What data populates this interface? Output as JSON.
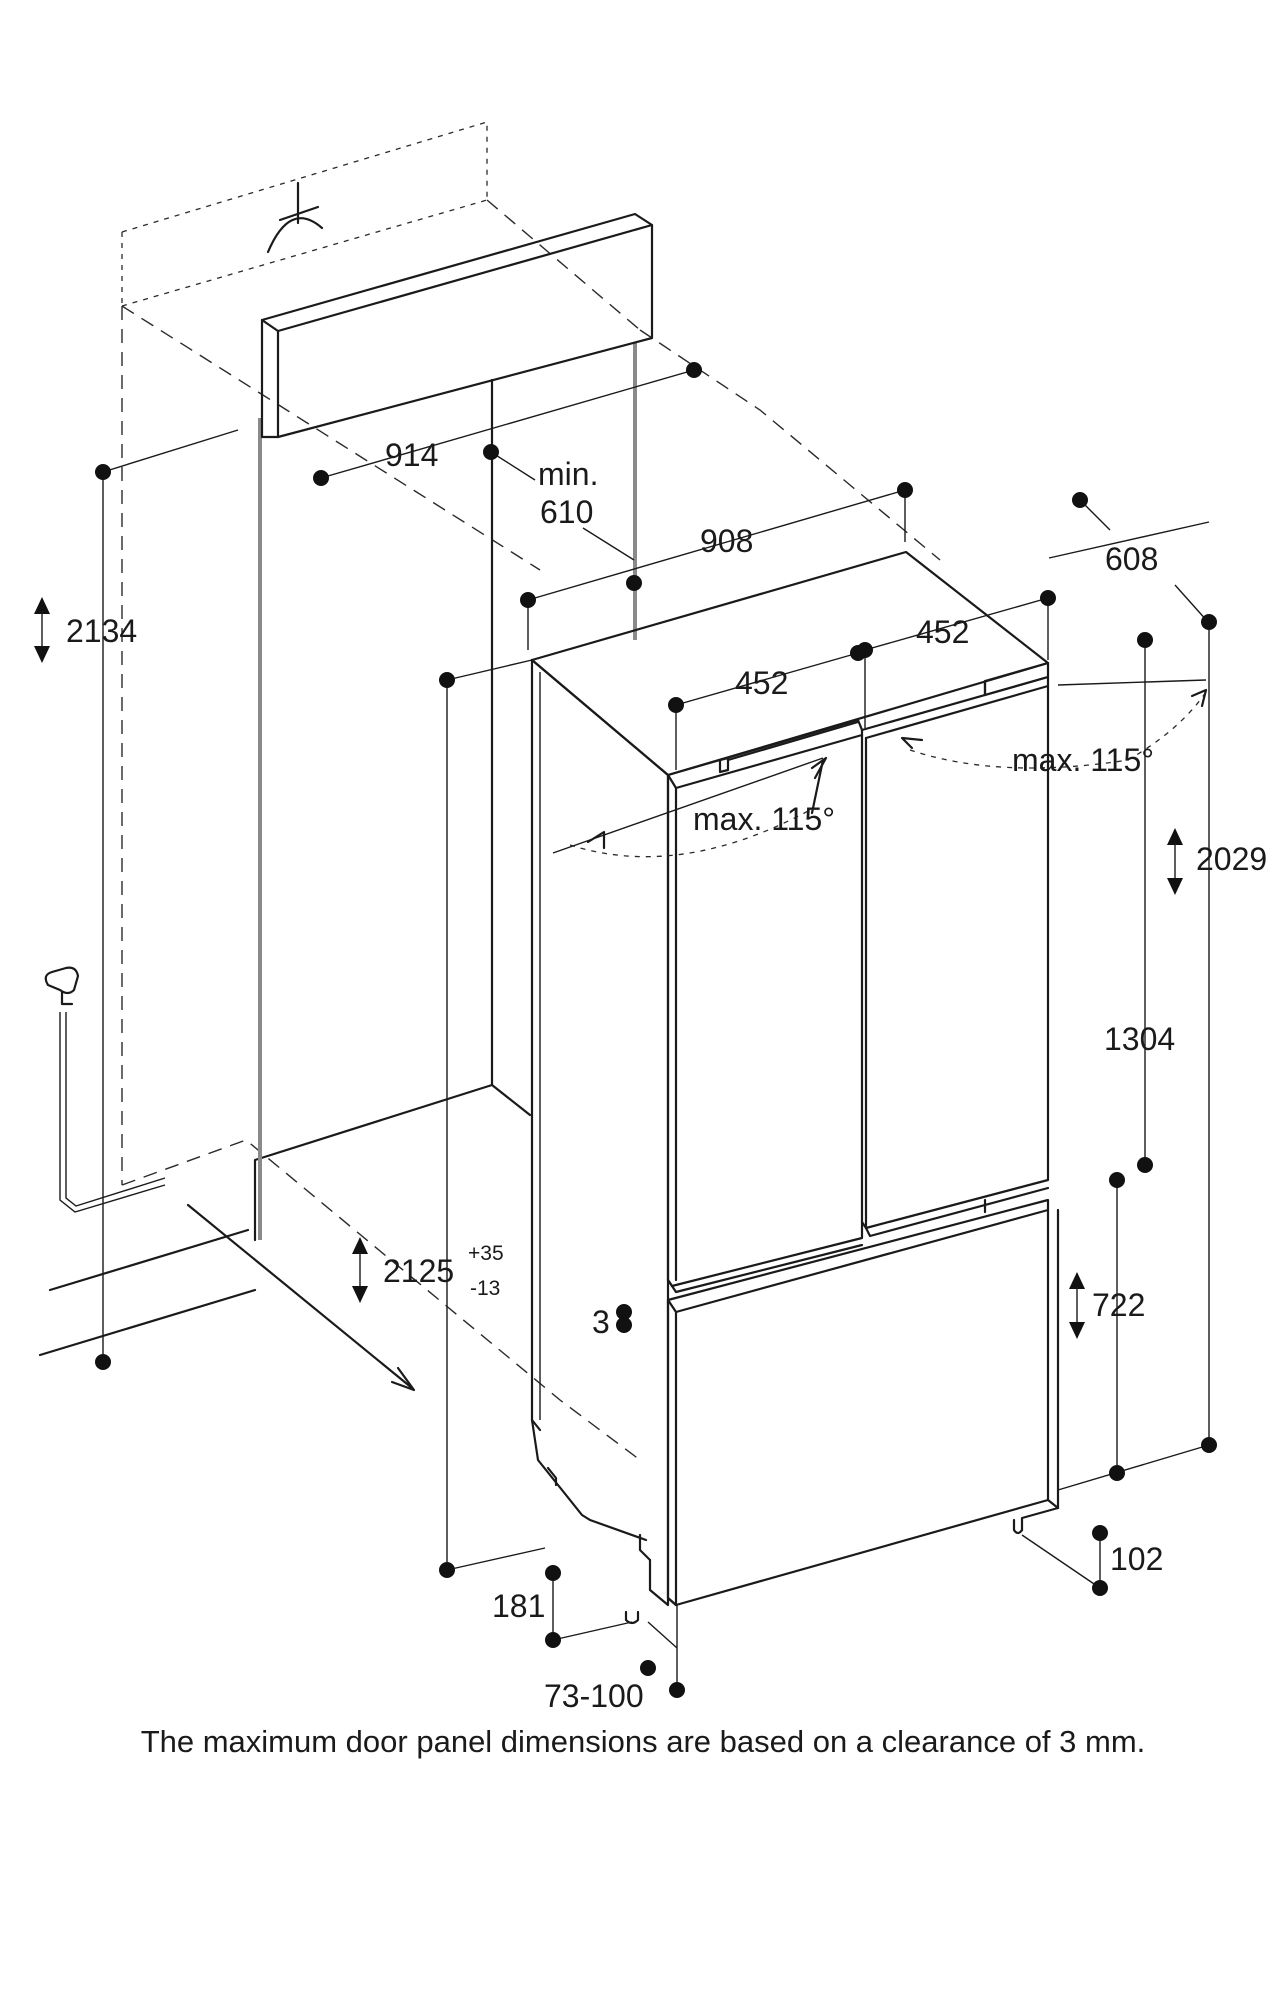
{
  "dimensions": {
    "niche_height": "2134",
    "niche_width": "914",
    "min_depth_label": "min.",
    "min_depth_value": "610",
    "appliance_width": "908",
    "appliance_depth": "608",
    "left_door_width": "452",
    "right_door_width": "452",
    "left_door_angle": "max. 115°",
    "right_door_angle": "max. 115°",
    "overall_height": "2029",
    "upper_door_height": "1304",
    "drawer_height": "722",
    "adjustable_height": "2125",
    "adjustable_height_plus": "+35",
    "adjustable_height_minus": "-13",
    "door_gap": "3",
    "plinth_depth": "181",
    "toe_kick_height": "102",
    "foot_range": "73-100"
  },
  "footnote": "The maximum door panel dimensions are based on a clearance of 3 mm."
}
